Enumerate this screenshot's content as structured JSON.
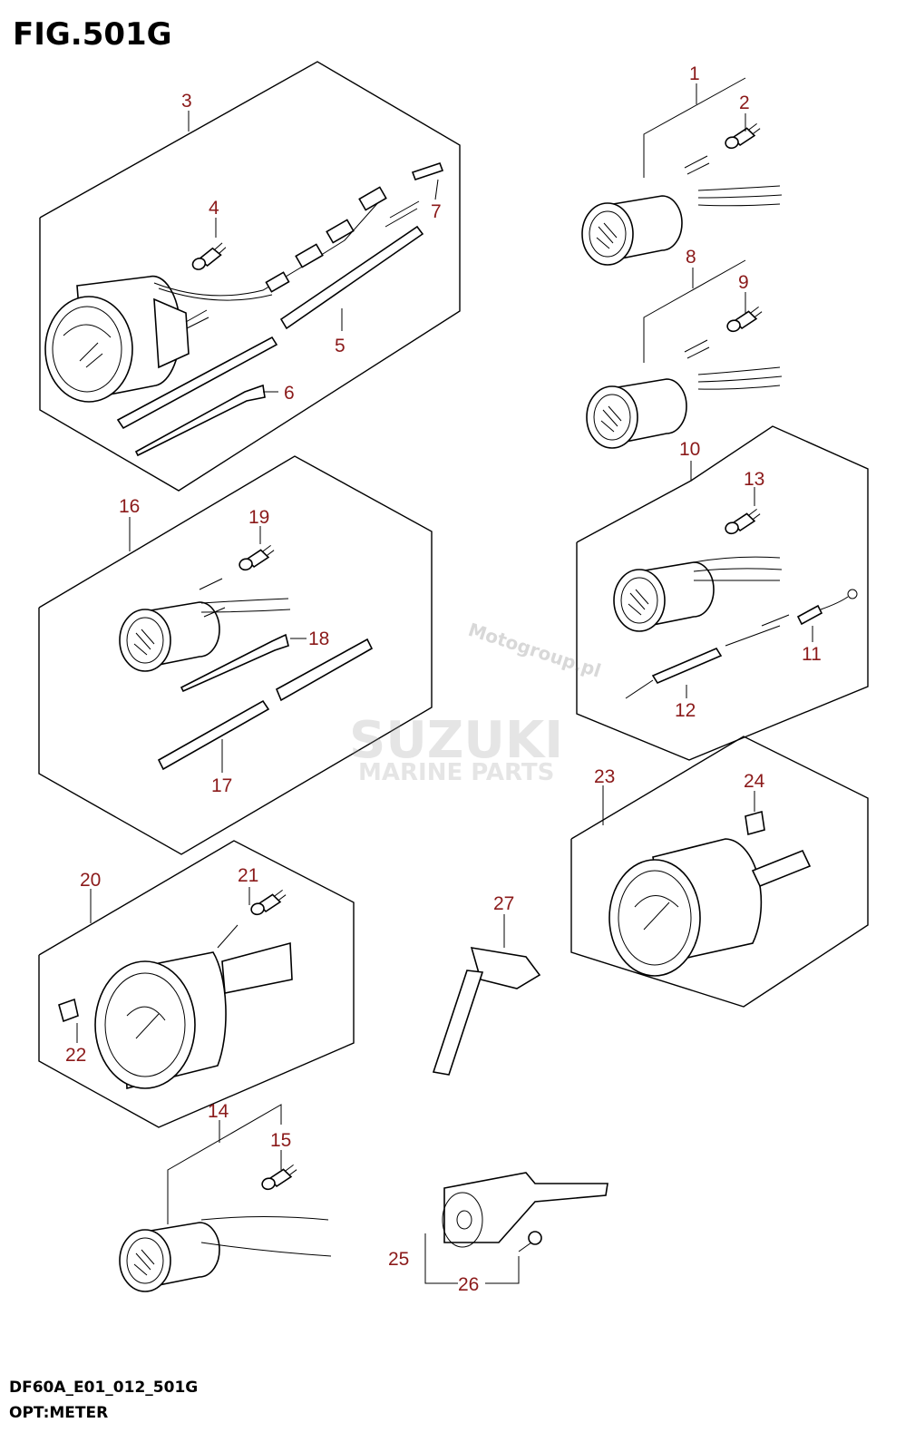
{
  "figure_title": "FIG.501G",
  "footer": {
    "code": "DF60A_E01_012_501G",
    "name": "OPT:METER"
  },
  "watermarks": {
    "motogroup": "Motogroup.pl",
    "brand": "SUZUKI",
    "sub": "MARINE PARTS"
  },
  "callouts": [
    "1",
    "2",
    "3",
    "4",
    "5",
    "6",
    "7",
    "8",
    "9",
    "10",
    "11",
    "12",
    "13",
    "14",
    "15",
    "16",
    "17",
    "18",
    "19",
    "20",
    "21",
    "22",
    "23",
    "24",
    "25",
    "26",
    "27"
  ],
  "colors": {
    "callout": "#8b1a1a",
    "line": "#000000"
  }
}
